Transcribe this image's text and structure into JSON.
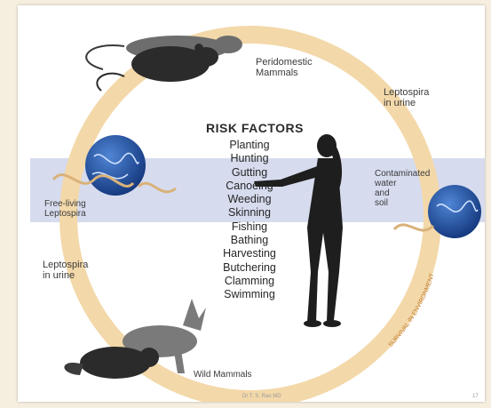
{
  "diagram": {
    "risk_factors": {
      "title": "RISK FACTORS",
      "items": [
        "Planting",
        "Hunting",
        "Gutting",
        "Canoeing",
        "Weeding",
        "Skinning",
        "Fishing",
        "Bathing",
        "Harvesting",
        "Butchering",
        "Clamming",
        "Swimming"
      ]
    },
    "labels": {
      "peridomestic_line1": "Peridomestic",
      "peridomestic_line2": "Mammals",
      "urine_top_line1": "Leptospira",
      "urine_top_line2": "in urine",
      "contaminated_line1": "Contaminated",
      "contaminated_line2": "water",
      "contaminated_line3": "and",
      "contaminated_line4": "soil",
      "freeliving_line1": "Free-living",
      "freeliving_line2": "Leptospira",
      "urine_left_line1": "Leptospira",
      "urine_left_line2": "in urine",
      "wild_mammals": "Wild Mammals",
      "arc_text": "SURVIVAL IN ENVIRONMENT"
    },
    "footer": {
      "center": "Dr T. S. Rao MD",
      "page_number": "17"
    },
    "colors": {
      "ring": "#f3d8a9",
      "band": "#d6dbee",
      "globe": "#1f4f9c",
      "silhouette": "#1e1e1e"
    }
  }
}
